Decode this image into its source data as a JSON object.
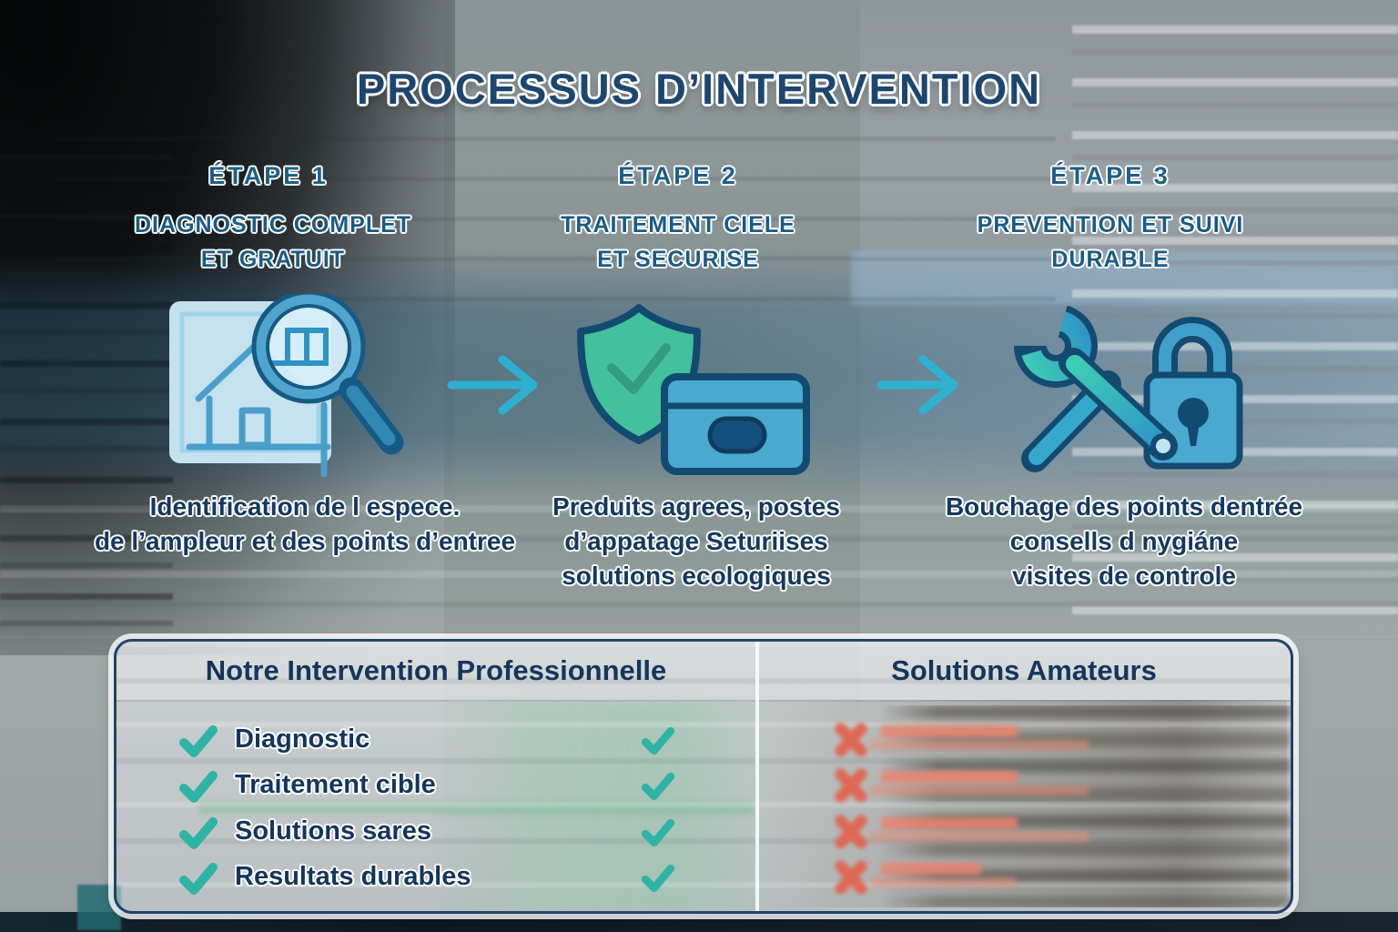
{
  "title": "PROCESSUS D’INTERVENTION",
  "steps": [
    {
      "label": "ÉTAPE 1",
      "title_lines": [
        "DIAGNOSTIC COMPLET",
        "ET GRATUIT"
      ],
      "desc_lines": [
        "Identification de l espece.",
        "de l’ampleur et des points d’entree"
      ],
      "icon": "blueprint-magnifier"
    },
    {
      "label": "ÉTAPE 2",
      "title_lines": [
        "TRAITEMENT CIELE",
        "ET SECURISE"
      ],
      "desc_lines": [
        "Preduits agrees, postes",
        "d’appatage Seturiises",
        "solutions ecologiques"
      ],
      "icon": "shield-bait-box"
    },
    {
      "label": "ÉTAPE 3",
      "title_lines": [
        "PREVENTION ET SUIVI",
        "DURABLE"
      ],
      "desc_lines": [
        "Bouchage des points dentrée",
        "consells d nygiáne",
        "visites de controle"
      ],
      "icon": "wrench-lock"
    }
  ],
  "comparison": {
    "left_header": "Notre Intervention Professionnelle",
    "right_header": "Solutions Amateurs",
    "rows": [
      {
        "label": "Diagnostic",
        "pro": "check",
        "amateur": "x"
      },
      {
        "label": "Traitement cible",
        "pro": "check",
        "amateur": "x"
      },
      {
        "label": "Solutions sares",
        "pro": "check",
        "amateur": "x"
      },
      {
        "label": "Resultats durables",
        "pro": "check",
        "amateur": "x"
      }
    ]
  },
  "colors": {
    "navy_text": "#14365c",
    "step_blue": "#1d5f86",
    "check_teal": "#2fb3a4",
    "x_red": "#e4604a",
    "icon_blue": "#4aa9cf",
    "icon_green": "#42c19c",
    "arrow_cyan": "#2ab5d6"
  }
}
